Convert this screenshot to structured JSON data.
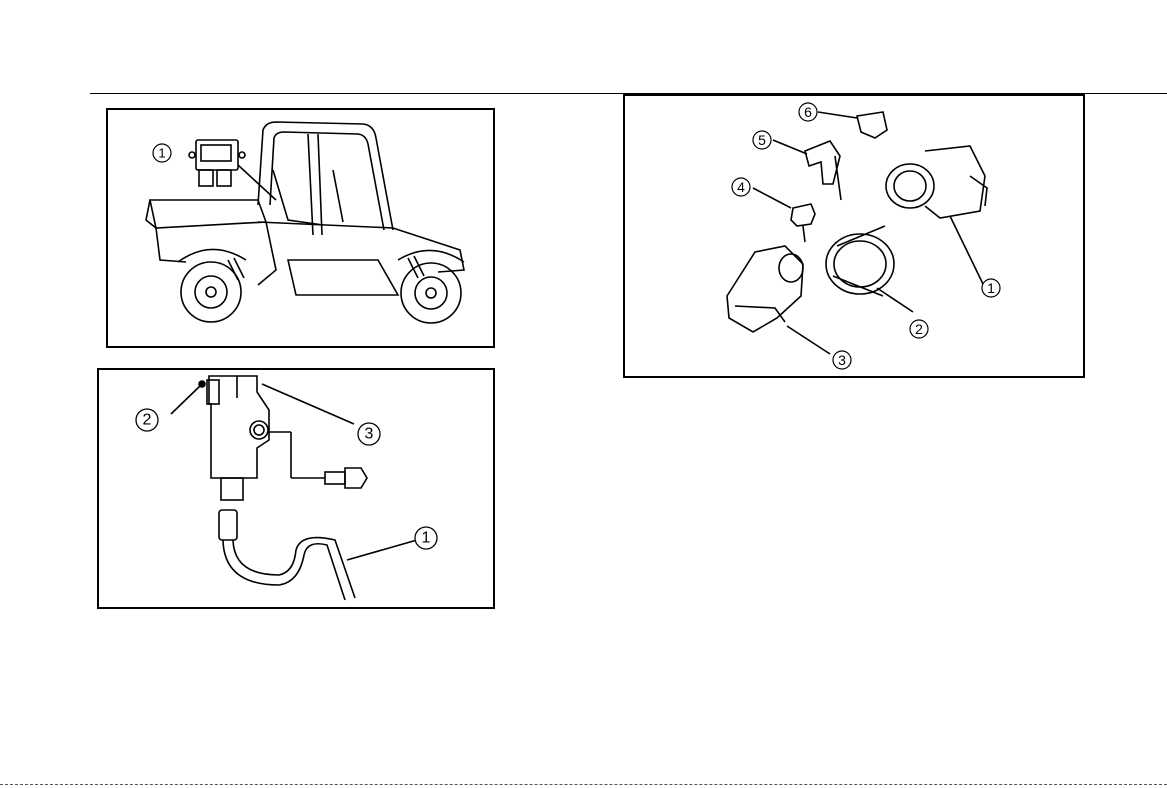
{
  "figures": {
    "vehicle": {
      "callouts": [
        "1"
      ]
    },
    "sensor": {
      "callouts": [
        "1",
        "2",
        "3"
      ]
    },
    "throttle": {
      "callouts": [
        "1",
        "2",
        "3",
        "4",
        "5",
        "6"
      ]
    }
  },
  "colors": {
    "line": "#000000",
    "background": "#ffffff"
  }
}
